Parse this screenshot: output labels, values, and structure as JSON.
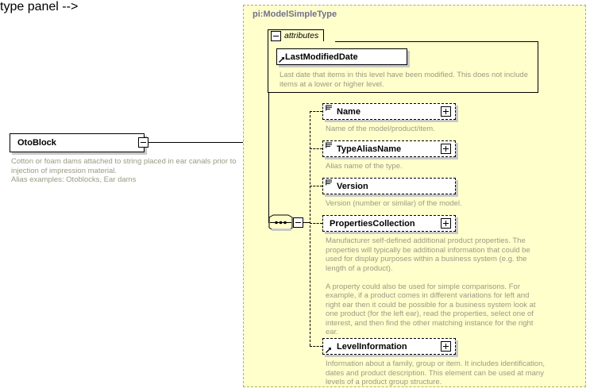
{
  "diagram": {
    "kind": "xsd-schema-element-diagram",
    "colors": {
      "panel_bg": "#ffffcc",
      "panel_border": "#b0b060",
      "doc_text": "#9a9a84",
      "type_title": "#707090",
      "node_bg": "#ffffff",
      "node_border": "#000000",
      "shadow": "#c8c8c8"
    }
  },
  "root": {
    "name": "OtoBlock",
    "documentation": "Cotton or foam dams attached to string placed in ear canals prior to injection of impression material.\nAlias examples: Otoblocks, Ear dams",
    "toggle": "minus"
  },
  "type_panel": {
    "title": "pi:ModelSimpleType"
  },
  "attributes_group": {
    "label": "attributes",
    "toggle": "minus",
    "items": [
      {
        "name": "LastModifiedDate",
        "documentation": "Last date that items in this level have been modified. This does not include items at a lower or higher level."
      }
    ]
  },
  "elements": [
    {
      "name": "Name",
      "documentation": "Name of the model/product/item.",
      "toggle": "plus"
    },
    {
      "name": "TypeAliasName",
      "documentation": "Alias name of the type.",
      "toggle": "plus"
    },
    {
      "name": "Version",
      "documentation": "Version (number or similar) of the model.",
      "toggle": "none"
    },
    {
      "name": "PropertiesCollection",
      "documentation": "Manufacturer self-defined additional product properties.  The properties will typically be additional information that could be used for display purposes within a business system (e.g. the length of a product).\n\nA property could also be used for simple comparisons.  For example, if a product comes in different variations for left and right ear then it could be possible for a business system look at one product (for the left ear), read the properties, select one of interest, and then find the other matching instance for the right ear.",
      "toggle": "plus"
    },
    {
      "name": "LevelInformation",
      "documentation": "Information about a family, group or item. It includes identification, dates and product description. This element can be used at many levels of a product group structure.",
      "toggle": "plus"
    }
  ],
  "compositor": {
    "type": "sequence",
    "toggle": "minus"
  }
}
